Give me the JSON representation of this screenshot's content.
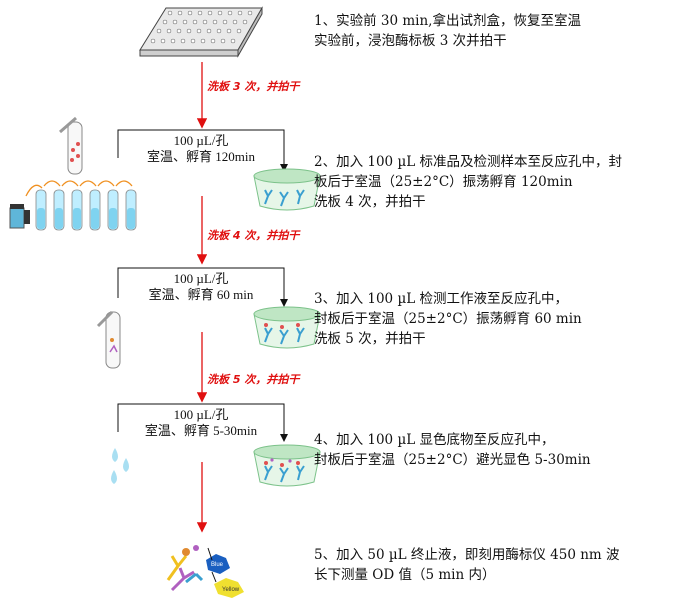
{
  "steps": [
    {
      "line1": "1、实验前 30 min,拿出试剂盒，恢复至室温",
      "line2": "实验前，浸泡酶标板 3 次并拍干"
    },
    {
      "line1": "2、加入 100 µL 标准品及检测样本至反应孔中，封",
      "line2": "板后于室温（25±2°C）振荡孵育 120min",
      "line3": "洗板 4 次，并拍干"
    },
    {
      "line1": "3、加入 100 µL 检测工作液至反应孔中，",
      "line2": "封板后于室温（25±2°C）振荡孵育 60 min",
      "line3": "洗板 5 次，并拍干"
    },
    {
      "line1": "4、加入 100 µL 显色底物至反应孔中，",
      "line2": "封板后于室温（25±2°C）避光显色 5-30min"
    },
    {
      "line1": "5、加入 50 µL 终止液，即刻用酶标仪 450 nm 波",
      "line2": "长下测量 OD 值（5 min 内）"
    }
  ],
  "wash_labels": [
    "洗板 3 次，并拍干",
    "洗板 4 次，并拍干",
    "洗板 5 次，并拍干"
  ],
  "conditions": [
    {
      "volume": "100 µL/孔",
      "incubation": "室温、孵育 120min"
    },
    {
      "volume": "100 µL/孔",
      "incubation": "室温、孵育 60 min"
    },
    {
      "volume": "100 µL/孔",
      "incubation": "室温、孵育 5-30min"
    }
  ],
  "color_labels": {
    "blue": "Blue",
    "yellow": "Yellow"
  },
  "colors": {
    "arrow": "#e01010",
    "wash_text": "#e01010",
    "liquid": "#7fd3f0",
    "well": "#bfe6c4"
  }
}
